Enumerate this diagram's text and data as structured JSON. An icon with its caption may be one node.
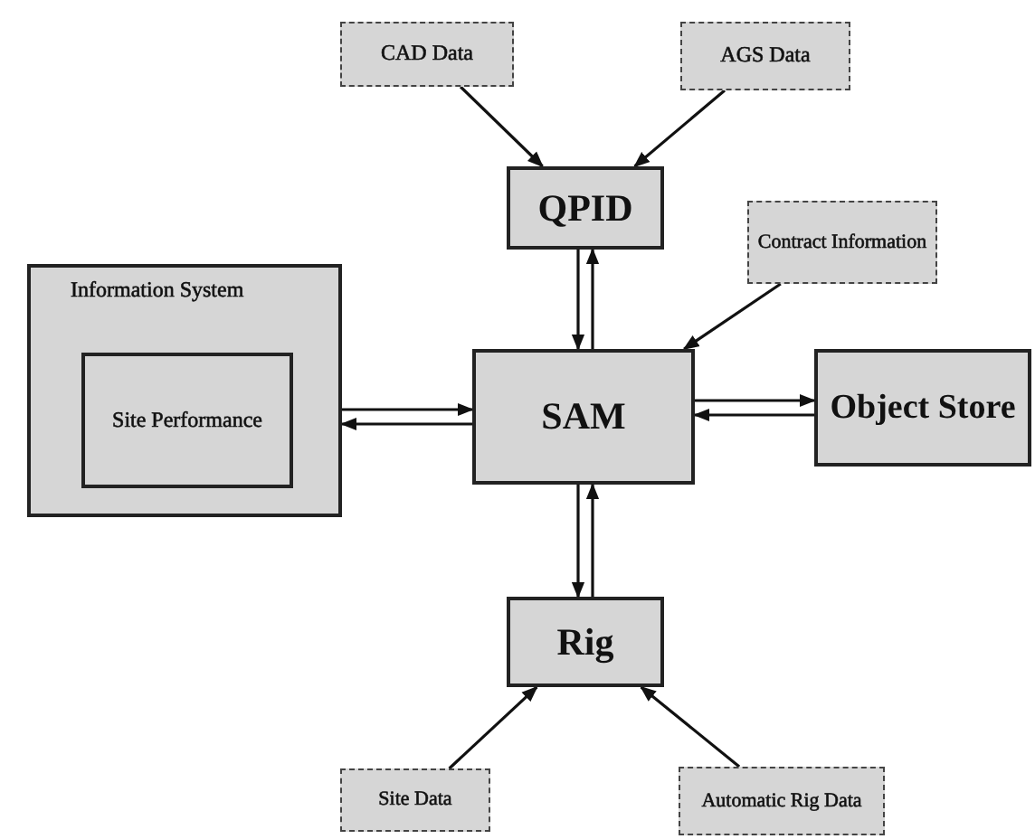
{
  "diagram": {
    "nodes": [
      {
        "text": [
          "CAD Data"
        ]
      },
      {
        "text": [
          "AGS Data"
        ]
      },
      {
        "text": [
          "QPID"
        ]
      },
      {
        "text": [
          "Contract Information"
        ]
      },
      {
        "text": [
          "Information System"
        ]
      },
      {
        "text": [
          "Site Performance"
        ],
        "in": 4
      },
      {
        "text": [
          "SAM"
        ]
      },
      {
        "text": [
          "Object Store"
        ]
      },
      {
        "text": [
          "Rig"
        ]
      },
      {
        "text": [
          "Site Data"
        ]
      },
      {
        "text": [
          "Automatic Rig Data"
        ]
      }
    ],
    "edges": [
      {
        "from": 0,
        "to": 2,
        "arrow": "to"
      },
      {
        "from": 1,
        "to": 2,
        "arrow": "to"
      },
      {
        "from": 2,
        "to": 6,
        "arrow": "to"
      },
      {
        "from": 6,
        "to": 2,
        "arrow": "to"
      },
      {
        "from": 3,
        "to": 6,
        "arrow": "to"
      },
      {
        "from": 4,
        "to": 6,
        "arrow": "to"
      },
      {
        "from": 6,
        "to": 4,
        "arrow": "to"
      },
      {
        "from": 6,
        "to": 7,
        "arrow": "to"
      },
      {
        "from": 7,
        "to": 6,
        "arrow": "to"
      },
      {
        "from": 6,
        "to": 8,
        "arrow": "to"
      },
      {
        "from": 8,
        "to": 6,
        "arrow": "to"
      },
      {
        "from": 9,
        "to": 8,
        "arrow": "to"
      },
      {
        "from": 10,
        "to": 8,
        "arrow": "to"
      }
    ]
  }
}
